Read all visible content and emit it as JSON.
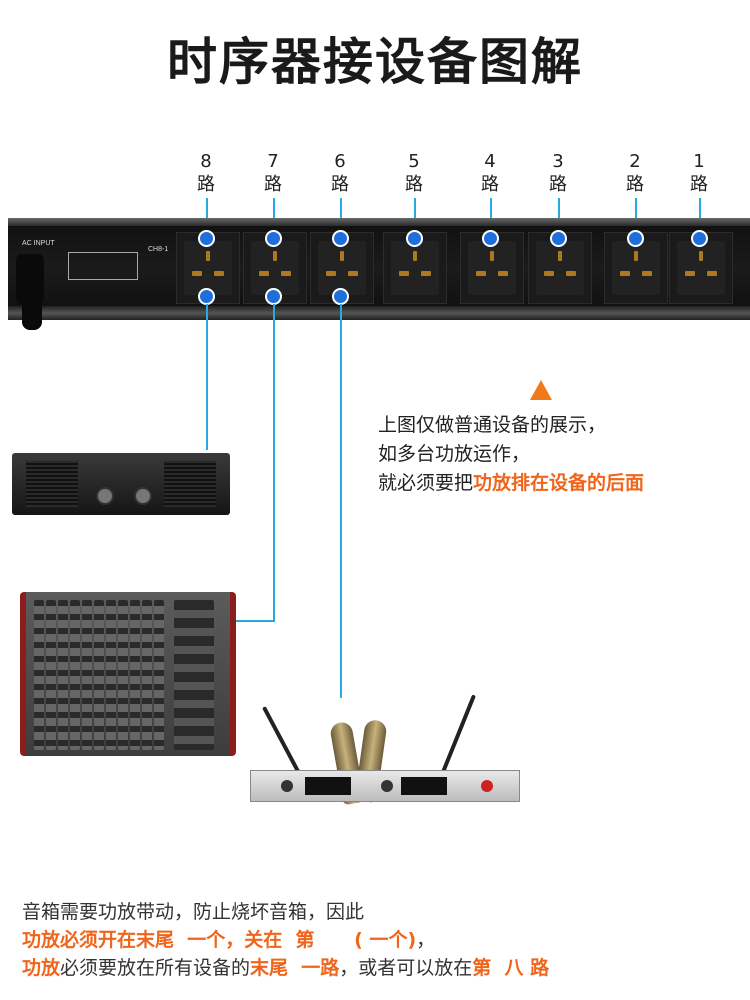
{
  "title": "时序器接设备图解",
  "channels": [
    {
      "num": "8",
      "lu": "路"
    },
    {
      "num": "7",
      "lu": "路"
    },
    {
      "num": "6",
      "lu": "路"
    },
    {
      "num": "5",
      "lu": "路"
    },
    {
      "num": "4",
      "lu": "路"
    },
    {
      "num": "3",
      "lu": "路"
    },
    {
      "num": "2",
      "lu": "路"
    },
    {
      "num": "1",
      "lu": "路"
    }
  ],
  "rack": {
    "ac_input": "AC INPUT",
    "model": "CH8-1"
  },
  "note": {
    "line1": "上图仅做普通设备的展示，",
    "line2": "如多台功放运作，",
    "line3_prefix": "就必须要把",
    "line3_highlight": "功放排在设备的后面"
  },
  "bottom": {
    "line1": "音箱需要功放带动，防止烧坏音箱，因此",
    "line2_a": "功放必须开在末尾  一个，关在  第      ( 一个)",
    "line2_b": "，",
    "line3_a": "功放",
    "line3_b": "必须要放在所有设备的",
    "line3_c": "末尾  一路",
    "line3_d": "，或者可以放在",
    "line3_e": "第  八 路"
  },
  "colors": {
    "accent_orange": "#f0651b",
    "line_blue": "#2aa8e0",
    "dot_blue": "#1e6fd9"
  }
}
